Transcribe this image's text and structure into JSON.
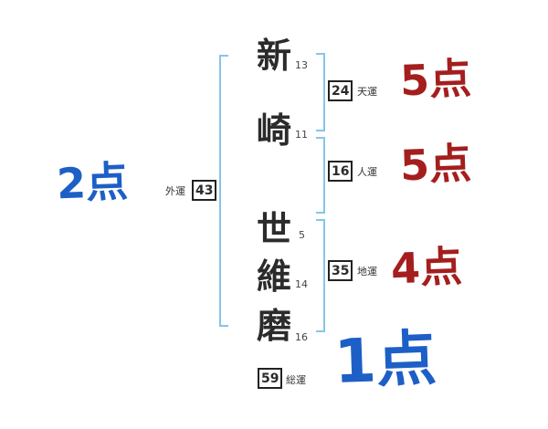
{
  "name": {
    "characters": [
      {
        "char": "新",
        "strokes": "13"
      },
      {
        "char": "崎",
        "strokes": "11"
      },
      {
        "char": "世",
        "strokes": "5"
      },
      {
        "char": "維",
        "strokes": "14"
      },
      {
        "char": "磨",
        "strokes": "16"
      }
    ]
  },
  "fortunes": {
    "tenun": {
      "label": "天運",
      "value": "24",
      "score": "5点"
    },
    "jinun": {
      "label": "人運",
      "value": "16",
      "score": "5点"
    },
    "chiun": {
      "label": "地運",
      "value": "35",
      "score": "4点"
    },
    "gaiun": {
      "label": "外運",
      "value": "43",
      "score": "2点"
    },
    "souun": {
      "label": "総運",
      "value": "59",
      "score": "1点"
    }
  },
  "colors": {
    "bracket": "#85c6e8",
    "score_red": "#a41e1e",
    "score_blue": "#1d5fc6",
    "ink": "#2b2b2b"
  }
}
